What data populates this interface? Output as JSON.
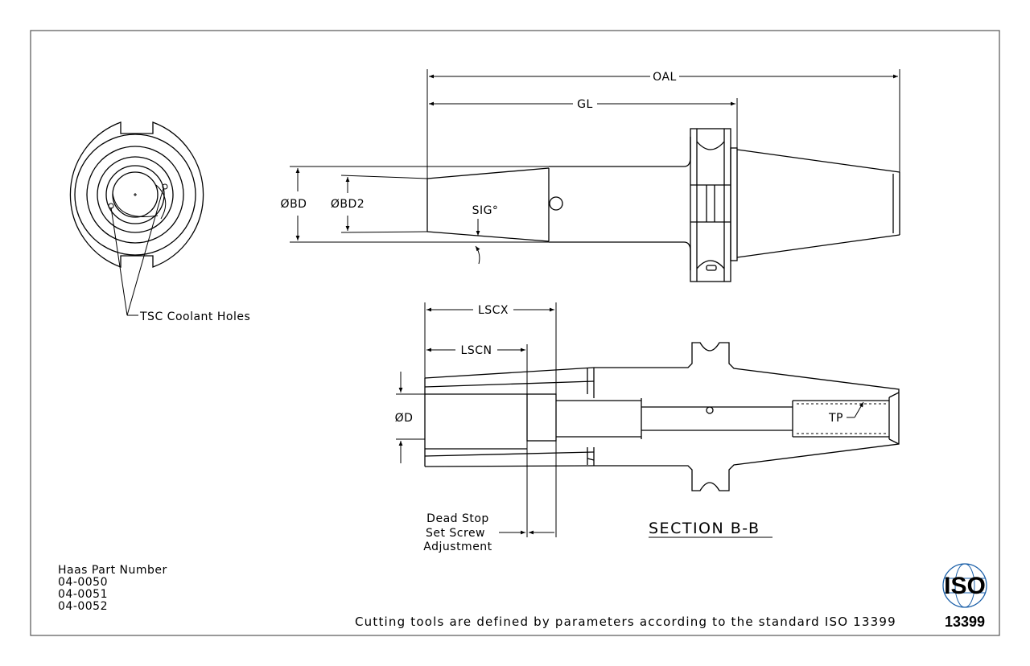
{
  "dimensions": {
    "oal": "OAL",
    "gl": "GL",
    "bd": "ØBD",
    "bd2": "ØBD2",
    "sig": "SIG°",
    "lscx": "LSCX",
    "lscn": "LSCN",
    "d": "ØD",
    "tp": "TP"
  },
  "callouts": {
    "coolant_holes": "TSC Coolant Holes",
    "dead_stop": [
      "Dead Stop",
      "Set Screw",
      "Adjustment"
    ]
  },
  "section_title": "SECTION B-B",
  "part_numbers": {
    "heading": "Haas Part Number",
    "items": [
      "04-0050",
      "04-0051",
      "04-0052"
    ]
  },
  "footer_note": "Cutting tools are defined by parameters according to the standard ISO 13399",
  "iso_logo": {
    "label": "ISO",
    "number": "13399",
    "color": "#1a5fa8"
  }
}
